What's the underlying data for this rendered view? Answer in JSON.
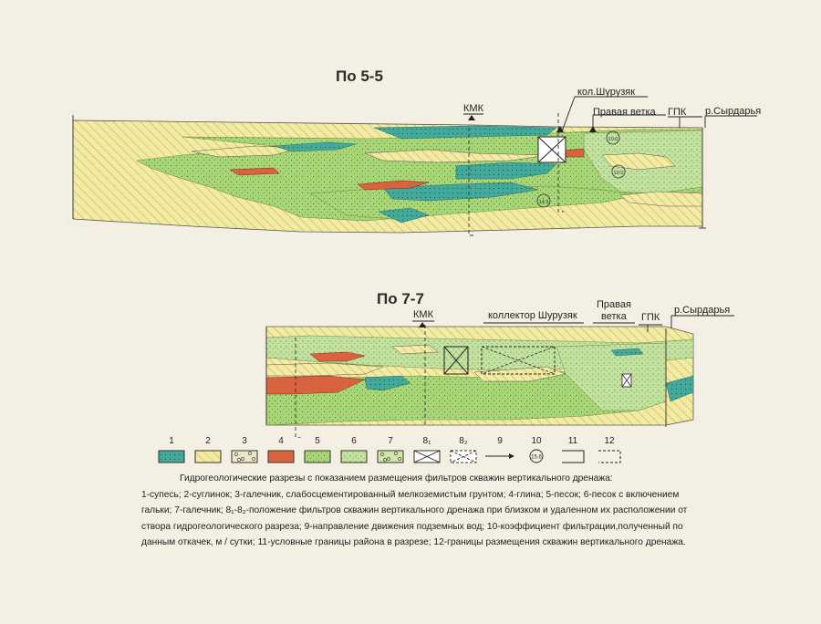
{
  "section1": {
    "title": "По 5-5",
    "labels": {
      "kmk": "КМК",
      "kol": "кол.Шурузяк",
      "branch": "Правая ветка",
      "gpk": "ГПК",
      "river": "р.Сырдарья"
    },
    "coefficients": [
      "10.0",
      "10.2",
      "14.3"
    ]
  },
  "section2": {
    "title": "По 7-7",
    "labels": {
      "kmk": "КМК",
      "collector": "коллектор Шурузяк",
      "branch_line1": "Правая",
      "branch_line2": "ветка",
      "gpk": "ГПК",
      "river": "р.Сырдарья"
    }
  },
  "legend": [
    {
      "num": "1",
      "color": "#3fa79a",
      "pattern": "dots"
    },
    {
      "num": "2",
      "color": "#f3eba4",
      "pattern": "hatch"
    },
    {
      "num": "3",
      "color": "#ece7c7",
      "pattern": "gravel"
    },
    {
      "num": "4",
      "color": "#d9633f",
      "pattern": "none"
    },
    {
      "num": "5",
      "color": "#9ed26c",
      "pattern": "dots"
    },
    {
      "num": "6",
      "color": "#bedf9a",
      "pattern": "dots"
    },
    {
      "num": "7",
      "color": "#cfe6a8",
      "pattern": "gravel"
    },
    {
      "num": "8₁",
      "color": "#ffffff",
      "pattern": "cross"
    },
    {
      "num": "8₂",
      "color": "#ffffff",
      "pattern": "cross-dashed"
    },
    {
      "num": "9",
      "color": "",
      "pattern": "arrow"
    },
    {
      "num": "10",
      "color": "",
      "pattern": "circle",
      "sample": "15.6"
    },
    {
      "num": "11",
      "color": "",
      "pattern": "bracket"
    },
    {
      "num": "12",
      "color": "",
      "pattern": "bracket-dashed"
    }
  ],
  "caption": {
    "line1": "Гидрогеологические разрезы с показанием размещения фильтров скважин вертикального дренажа:",
    "line2": "1-супесь; 2-суглинок; 3-галечник, слабосцементированный мелкоземистым грунтом; 4-глина; 5-песок; 6-песок с включением",
    "line3": "гальки; 7-галечник; 8₁-8₂-положение фильтров скважин вертикального дренажа при близком и удаленном их расположении от",
    "line4": "створа гидрогеологического разреза; 9-направление движения подземных вод; 10-коэффициент фильтрации,полученный по",
    "line5": "данным откачек, м / сутки; 11-условные границы района в разрезе; 12-границы размещения скважин вертикального дренажа."
  },
  "colors": {
    "sandy_loam": "#3fa79a",
    "loam": "#f3eba4",
    "clay": "#d9633f",
    "sand": "#9ed26c",
    "sand_pebble": "#bedf9a"
  }
}
